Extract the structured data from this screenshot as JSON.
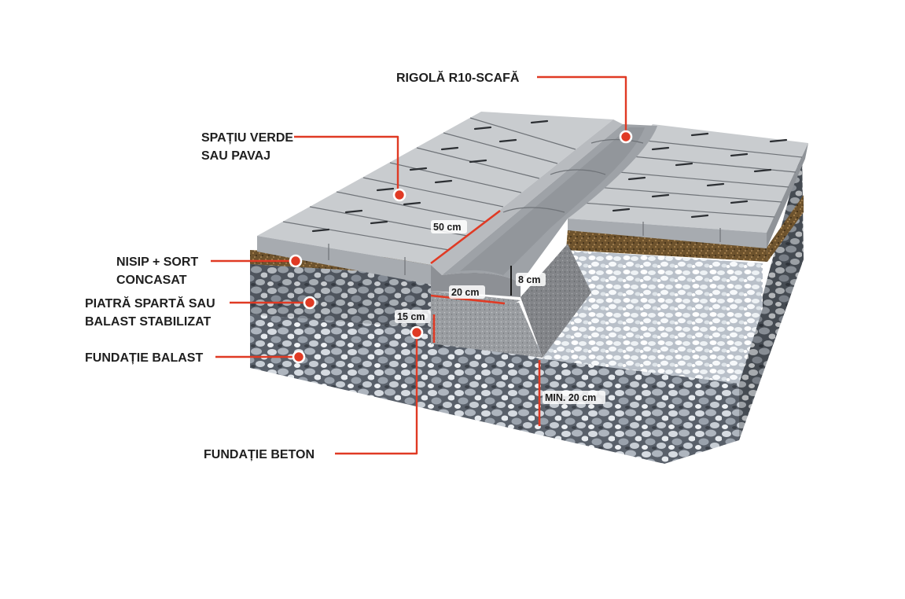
{
  "colors": {
    "accent": "#e03a24",
    "label_text": "#1f1f1f",
    "paver_top": "#c9cccf",
    "paver_side": "#a7abb0",
    "sand": "#6b4f2a",
    "gravel": "#5f6670",
    "gravel_light": "#e9ecef",
    "concrete": "#9a9da1"
  },
  "labels": {
    "rigola": "RIGOLĂ R10-SCAFĂ",
    "spatiu_line1": "SPAȚIU VERDE",
    "spatiu_line2": "SAU PAVAJ",
    "nisip_line1": "NISIP + SORT",
    "nisip_line2": "CONCASAT",
    "piatra_line1": "PIATRĂ SPARTĂ SAU",
    "piatra_line2": "BALAST STABILIZAT",
    "fundatie_balast": "FUNDAȚIE BALAST",
    "fundatie_beton": "FUNDAȚIE BETON"
  },
  "dimensions": {
    "length_50": "50 cm",
    "width_20": "20 cm",
    "height_8": "8 cm",
    "depth_15": "15 cm",
    "min_20": "MIN. 20 cm"
  }
}
